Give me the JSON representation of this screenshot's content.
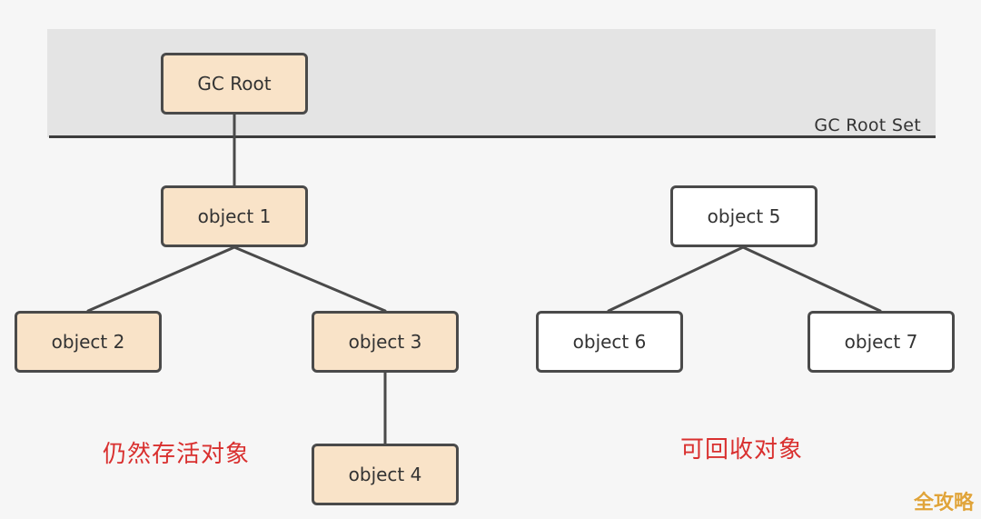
{
  "root_set": {
    "label": "GC Root Set"
  },
  "nodes": {
    "gc_root": "GC Root",
    "object1": "object 1",
    "object2": "object 2",
    "object3": "object 3",
    "object4": "object 4",
    "object5": "object 5",
    "object6": "object 6",
    "object7": "object 7"
  },
  "captions": {
    "alive": "仍然存活对象",
    "collectable": "可回收对象"
  },
  "watermark": "全攻略",
  "colors": {
    "live_fill": "#f9e3c8",
    "dead_fill": "#ffffff",
    "caption": "#d9302f"
  }
}
